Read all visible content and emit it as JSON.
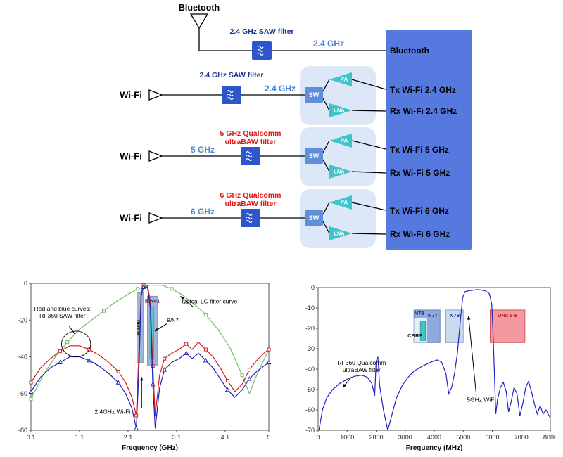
{
  "diagram": {
    "bluetooth_antenna_label": "Bluetooth",
    "bt_chain": {
      "filter_label": "2.4 GHz SAW filter",
      "freq_label": "2.4 GHz"
    },
    "rows": [
      {
        "source": "Wi-Fi",
        "filter_line1": "2.4 GHz SAW filter",
        "filter_line2": "",
        "freq": "2.4 GHz",
        "sw": "SW",
        "pa": "PA",
        "lna": "LNA"
      },
      {
        "source": "Wi-Fi",
        "filter_line1": "5 GHz Qualcomm",
        "filter_line2": "ultraBAW filter",
        "freq": "5 GHz",
        "sw": "SW",
        "pa": "PA",
        "lna": "LNA"
      },
      {
        "source": "Wi-Fi",
        "filter_line1": "6 GHz Qualcomm",
        "filter_line2": "ultraBAW filter",
        "freq": "6 GHz",
        "sw": "SW",
        "pa": "PA",
        "lna": "LNA"
      }
    ],
    "chip": {
      "ports": [
        "Bluetooth",
        "Tx Wi-Fi 2.4 GHz",
        "Rx Wi-Fi 2.4 GHz",
        "Tx Wi-Fi 5 GHz",
        "Rx Wi-Fi 5 GHz",
        "Tx Wi-Fi 6 GHz",
        "Rx Wi-Fi 6 GHz"
      ]
    },
    "colors": {
      "chip": "#5679e0",
      "filter_box": "#2f55cc",
      "sw_box": "#5f8fd9",
      "amp": "#3ec4c8",
      "group": "#dce7f7",
      "freq_text": "#4a86d8",
      "saw_text": "#17398c",
      "baw_text": "#e01818"
    }
  },
  "chart_data": [
    {
      "type": "line",
      "title": "",
      "xlabel": "Frequency (GHz)",
      "ylabel": "",
      "xlim": [
        0.1,
        5
      ],
      "ylim": [
        -80,
        0
      ],
      "xticks": [
        0.1,
        1.1,
        2.1,
        3.1,
        4.1,
        5
      ],
      "yticks": [
        0,
        -20,
        -40,
        -60,
        -80
      ],
      "grid": false,
      "series": [
        {
          "name": "typical LC filter curve",
          "color": "#70bf60",
          "marker": "square",
          "points": [
            [
              0.1,
              -63
            ],
            [
              0.35,
              -50
            ],
            [
              0.6,
              -40
            ],
            [
              0.85,
              -32
            ],
            [
              1.1,
              -25
            ],
            [
              1.35,
              -20
            ],
            [
              1.6,
              -15
            ],
            [
              1.85,
              -10
            ],
            [
              2.1,
              -6
            ],
            [
              2.3,
              -3
            ],
            [
              2.55,
              -1
            ],
            [
              2.8,
              -1
            ],
            [
              3.0,
              -3
            ],
            [
              3.2,
              -6
            ],
            [
              3.45,
              -11
            ],
            [
              3.7,
              -17
            ],
            [
              3.95,
              -25
            ],
            [
              4.2,
              -35
            ],
            [
              4.45,
              -50
            ],
            [
              4.6,
              -60
            ],
            [
              4.75,
              -50
            ],
            [
              5,
              -36
            ]
          ]
        },
        {
          "name": "RF360 SAW filter (red)",
          "color": "#cc2020",
          "marker": "square",
          "points": [
            [
              0.1,
              -54
            ],
            [
              0.3,
              -46
            ],
            [
              0.5,
              -41
            ],
            [
              0.7,
              -37
            ],
            [
              0.9,
              -34
            ],
            [
              1.1,
              -34
            ],
            [
              1.3,
              -36
            ],
            [
              1.5,
              -39
            ],
            [
              1.7,
              -43
            ],
            [
              1.9,
              -48
            ],
            [
              2.05,
              -54
            ],
            [
              2.18,
              -62
            ],
            [
              2.27,
              -72
            ],
            [
              2.32,
              -40
            ],
            [
              2.37,
              -5
            ],
            [
              2.42,
              -1
            ],
            [
              2.5,
              -1
            ],
            [
              2.56,
              -10
            ],
            [
              2.61,
              -45
            ],
            [
              2.66,
              -72
            ],
            [
              2.75,
              -50
            ],
            [
              2.85,
              -41
            ],
            [
              3.0,
              -38
            ],
            [
              3.15,
              -36
            ],
            [
              3.3,
              -33
            ],
            [
              3.42,
              -36
            ],
            [
              3.55,
              -32
            ],
            [
              3.7,
              -36
            ],
            [
              3.85,
              -40
            ],
            [
              4.0,
              -46
            ],
            [
              4.15,
              -53
            ],
            [
              4.3,
              -59
            ],
            [
              4.45,
              -55
            ],
            [
              4.6,
              -47
            ],
            [
              4.75,
              -42
            ],
            [
              4.9,
              -38
            ],
            [
              5,
              -36
            ]
          ]
        },
        {
          "name": "RF360 SAW filter (blue)",
          "color": "#2020bb",
          "marker": "triangle",
          "points": [
            [
              0.1,
              -59
            ],
            [
              0.3,
              -51
            ],
            [
              0.5,
              -46
            ],
            [
              0.7,
              -43
            ],
            [
              0.9,
              -40
            ],
            [
              1.1,
              -40
            ],
            [
              1.3,
              -42
            ],
            [
              1.5,
              -45
            ],
            [
              1.7,
              -49
            ],
            [
              1.9,
              -54
            ],
            [
              2.05,
              -60
            ],
            [
              2.18,
              -68
            ],
            [
              2.27,
              -79
            ],
            [
              2.32,
              -50
            ],
            [
              2.37,
              -7
            ],
            [
              2.42,
              -2
            ],
            [
              2.5,
              -2
            ],
            [
              2.56,
              -14
            ],
            [
              2.61,
              -55
            ],
            [
              2.66,
              -79
            ],
            [
              2.75,
              -57
            ],
            [
              2.85,
              -47
            ],
            [
              3.0,
              -43
            ],
            [
              3.15,
              -41
            ],
            [
              3.3,
              -38
            ],
            [
              3.42,
              -41
            ],
            [
              3.55,
              -38
            ],
            [
              3.7,
              -42
            ],
            [
              3.85,
              -46
            ],
            [
              4.0,
              -52
            ],
            [
              4.15,
              -58
            ],
            [
              4.3,
              -62
            ],
            [
              4.45,
              -58
            ],
            [
              4.6,
              -52
            ],
            [
              4.75,
              -48
            ],
            [
              4.9,
              -45
            ],
            [
              5,
              -43
            ]
          ]
        }
      ],
      "bands": [
        {
          "label": "B/N40",
          "x1": 2.28,
          "x2": 2.42,
          "y1": -5,
          "y2": -43,
          "fill": "#9db6d8",
          "stroke": "#6e87ae",
          "rotate": true,
          "label_x": 2.35,
          "label_y": -24,
          "label_color": "#111111"
        },
        {
          "label": "B/N41",
          "x1": 2.5,
          "x2": 2.7,
          "y1": -7,
          "y2": -45,
          "fill": "#9db6d8",
          "stroke": "#6e87ae",
          "label_x": 2.6,
          "label_y": -10.5,
          "label_color": "#111111"
        },
        {
          "label": "",
          "x1": 2.55,
          "x2": 2.63,
          "y1": -13,
          "y2": -41,
          "fill": "#5fc8cc",
          "stroke": "#3aa0a4"
        }
      ],
      "ellipses": [
        {
          "cx": 1.03,
          "cy": -33,
          "rx": 0.3,
          "ry": 7
        }
      ],
      "arrows": [
        {
          "x1": 0.88,
          "y1": -23,
          "x2": 1.0,
          "y2": -27.5,
          "head": false
        },
        {
          "x1": 3.45,
          "y1": -13,
          "x2": 3.18,
          "y2": -7,
          "head": true
        },
        {
          "x1": 2.38,
          "y1": -68,
          "x2": 2.38,
          "y2": -51,
          "head": true
        },
        {
          "x1": 2.9,
          "y1": -22,
          "x2": 2.65,
          "y2": -26,
          "head": true
        }
      ],
      "annotations": [
        {
          "lines": [
            "Red and blue curves:",
            "RF360 SAW filter"
          ],
          "x": 0.75,
          "y": -15,
          "size": 8.5,
          "color": "#000000",
          "anchor": "middle"
        },
        {
          "lines": [
            "typical LC filter curve"
          ],
          "x": 3.78,
          "y": -11,
          "size": 8.5,
          "color": "#000000",
          "anchor": "middle"
        },
        {
          "lines": [
            "2.4GHz Wi-Fi"
          ],
          "x": 1.78,
          "y": -71,
          "size": 8.5,
          "color": "#000000",
          "anchor": "middle"
        },
        {
          "lines": [
            "B/N7"
          ],
          "x": 3.02,
          "y": -21,
          "size": 7.5,
          "color": "#000000",
          "anchor": "middle"
        }
      ]
    },
    {
      "type": "line",
      "title": "",
      "xlabel": "Frequency (MHz)",
      "ylabel": "",
      "xlim": [
        0,
        8000
      ],
      "ylim": [
        -70,
        0
      ],
      "xticks": [
        0,
        1000,
        2000,
        3000,
        4000,
        5000,
        6000,
        7000,
        8000
      ],
      "yticks": [
        0,
        -10,
        -20,
        -30,
        -40,
        -50,
        -60,
        -70
      ],
      "grid": false,
      "series": [
        {
          "name": "RF360 Qualcomm ultraBAW filter",
          "color": "#2222cc",
          "marker": "none",
          "points": [
            [
              30,
              -70
            ],
            [
              150,
              -60
            ],
            [
              300,
              -54
            ],
            [
              500,
              -50
            ],
            [
              750,
              -47
            ],
            [
              1000,
              -45
            ],
            [
              1250,
              -43.5
            ],
            [
              1500,
              -43
            ],
            [
              1700,
              -44
            ],
            [
              1850,
              -47
            ],
            [
              1950,
              -53
            ],
            [
              2000,
              -36
            ],
            [
              2060,
              -34
            ],
            [
              2120,
              -48
            ],
            [
              2250,
              -60
            ],
            [
              2400,
              -70
            ],
            [
              2550,
              -62
            ],
            [
              2700,
              -54
            ],
            [
              2900,
              -48
            ],
            [
              3100,
              -44
            ],
            [
              3300,
              -41
            ],
            [
              3600,
              -38.5
            ],
            [
              3900,
              -36.5
            ],
            [
              4100,
              -35.5
            ],
            [
              4250,
              -36.5
            ],
            [
              4400,
              -42
            ],
            [
              4500,
              -52
            ],
            [
              4600,
              -49
            ],
            [
              4700,
              -42
            ],
            [
              4800,
              -32
            ],
            [
              4900,
              -16
            ],
            [
              4980,
              -5
            ],
            [
              5060,
              -2
            ],
            [
              5200,
              -1.5
            ],
            [
              5500,
              -1
            ],
            [
              5750,
              -1.5
            ],
            [
              5900,
              -3
            ],
            [
              5980,
              -8
            ],
            [
              6020,
              -20
            ],
            [
              6080,
              -45
            ],
            [
              6120,
              -62
            ],
            [
              6180,
              -55
            ],
            [
              6280,
              -49
            ],
            [
              6380,
              -46.5
            ],
            [
              6480,
              -51
            ],
            [
              6560,
              -61
            ],
            [
              6650,
              -56
            ],
            [
              6750,
              -49
            ],
            [
              6850,
              -52
            ],
            [
              6950,
              -63
            ],
            [
              7050,
              -57
            ],
            [
              7150,
              -49
            ],
            [
              7250,
              -46
            ],
            [
              7350,
              -51
            ],
            [
              7450,
              -57
            ],
            [
              7550,
              -62
            ],
            [
              7650,
              -58
            ],
            [
              7750,
              -62
            ],
            [
              7850,
              -60
            ],
            [
              8000,
              -64
            ]
          ]
        }
      ],
      "bands": [
        {
          "label": "N77",
          "x1": 3300,
          "x2": 4200,
          "y1": -11,
          "y2": -27,
          "fill": "#8fa9dc",
          "stroke": "#5570b4",
          "label_x": 3950,
          "label_y": -14.5,
          "label_color": "#14246a"
        },
        {
          "label": "N78",
          "x1": 3300,
          "x2": 3760,
          "y1": -15,
          "y2": -27,
          "fill": "#e4eef7",
          "stroke": "#9ab4d4",
          "label_x": 3480,
          "label_y": -13.5,
          "label_color": "#14246a"
        },
        {
          "label": "CBRS",
          "x1": 3520,
          "x2": 3700,
          "y1": -16.5,
          "y2": -26,
          "fill": "#43c2c8",
          "stroke": "#2a9aa0",
          "label_x": 3340,
          "label_y": -24.5,
          "label_color": "#111111"
        },
        {
          "label": "N79",
          "x1": 4400,
          "x2": 5000,
          "y1": -11,
          "y2": -27,
          "fill": "#c9daf0",
          "stroke": "#7a97c8",
          "label_x": 4700,
          "label_y": -14.5,
          "label_color": "#14246a"
        },
        {
          "label": "UNII 5-8",
          "x1": 5925,
          "x2": 7125,
          "y1": -11,
          "y2": -27,
          "fill": "#f29aa0",
          "stroke": "#cf4048",
          "label_x": 6520,
          "label_y": -14.5,
          "label_color": "#b01818"
        }
      ],
      "ellipses": [],
      "arrows": [
        {
          "x1": 1150,
          "y1": -44,
          "x2": 850,
          "y2": -49,
          "head": true
        },
        {
          "x1": 5450,
          "y1": -53,
          "x2": 5180,
          "y2": -14,
          "head": true
        }
      ],
      "annotations": [
        {
          "lines": [
            "RF360 Qualcomm",
            "ultraBAW filter"
          ],
          "x": 1500,
          "y": -38,
          "size": 8.5,
          "color": "#000000",
          "anchor": "middle"
        },
        {
          "lines": [
            "5GHz WiFi"
          ],
          "x": 5620,
          "y": -56,
          "size": 8.5,
          "color": "#000000",
          "anchor": "middle"
        }
      ]
    }
  ]
}
